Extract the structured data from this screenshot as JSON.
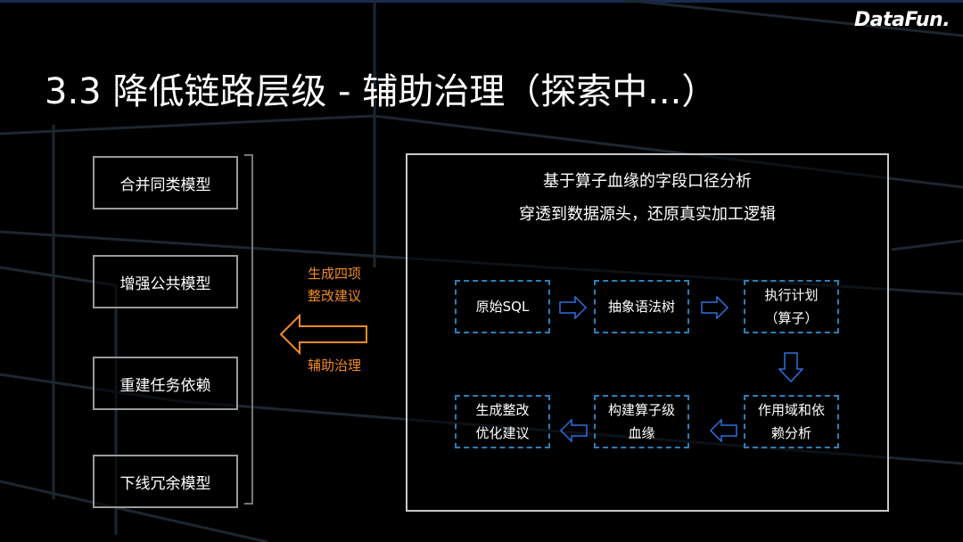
{
  "logo": "DataFun.",
  "title": "3.3 降低链路层级 - 辅助治理（探索中...）",
  "left_items": [
    "合并同类模型",
    "增强公共模型",
    "重建任务依赖",
    "下线冗余模型"
  ],
  "middle": {
    "top_line1": "生成四项",
    "top_line2": "整改建议",
    "bottom": "辅助治理"
  },
  "panel": {
    "heading1": "基于算子血缘的字段口径分析",
    "heading2": "穿透到数据源头，还原真实加工逻辑",
    "steps": [
      {
        "l1": "原始SQL",
        "l2": ""
      },
      {
        "l1": "抽象语法树",
        "l2": ""
      },
      {
        "l1": "执行计划",
        "l2": "（算子）"
      },
      {
        "l1": "作用域和依",
        "l2": "赖分析"
      },
      {
        "l1": "构建算子级",
        "l2": "血缘"
      },
      {
        "l1": "生成整改",
        "l2": "优化建议"
      }
    ]
  },
  "colors": {
    "accent": "#f08a24",
    "dash": "#2a7fb8",
    "arrow": "#2f6fe0"
  }
}
